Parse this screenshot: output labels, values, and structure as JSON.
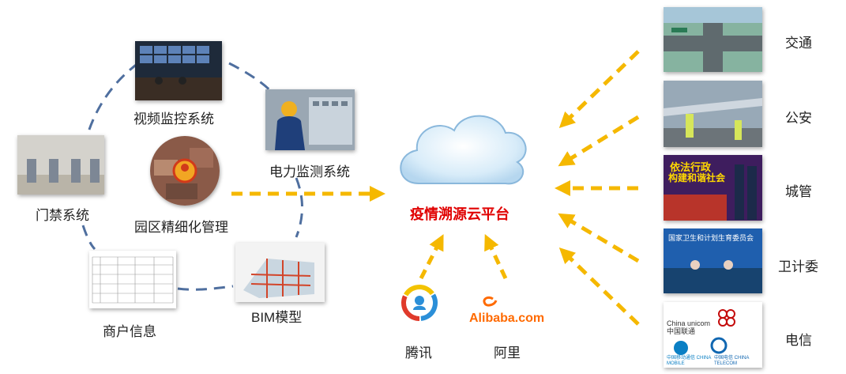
{
  "diagram": {
    "center": {
      "label": "疫情溯源云平台"
    },
    "left_ring": {
      "nodes": [
        {
          "id": "video",
          "label": "视频监控系统"
        },
        {
          "id": "power",
          "label": "电力监测系统"
        },
        {
          "id": "access",
          "label": "门禁系统"
        },
        {
          "id": "park",
          "label": "园区精细化管理"
        },
        {
          "id": "merchant",
          "label": "商户信息"
        },
        {
          "id": "bim",
          "label": "BIM模型"
        }
      ]
    },
    "bottom_sources": [
      {
        "id": "tencent",
        "label": "腾讯"
      },
      {
        "id": "alibaba",
        "label": "阿里",
        "logo_text": "Alibaba.com"
      }
    ],
    "right_sources": [
      {
        "id": "traffic",
        "label": "交通"
      },
      {
        "id": "police",
        "label": "公安"
      },
      {
        "id": "urban",
        "label": "城管",
        "banner_line1": "依法行政",
        "banner_line2": "构建和谐社会"
      },
      {
        "id": "health",
        "label": "卫计委",
        "banner": "国家卫生和计划生育委员会"
      },
      {
        "id": "telecom",
        "label": "电信",
        "logos": [
          "China unicom中国联通",
          "中国移动通信 CHINA MOBILE",
          "中国电信 CHINA TELECOM"
        ]
      }
    ],
    "colors": {
      "arrow": "#f5b800",
      "ring": "#4f6f9f",
      "center_text": "#e00000",
      "cloud_fill": "#cfe6f6",
      "cloud_stroke": "#8ab8dc"
    }
  }
}
